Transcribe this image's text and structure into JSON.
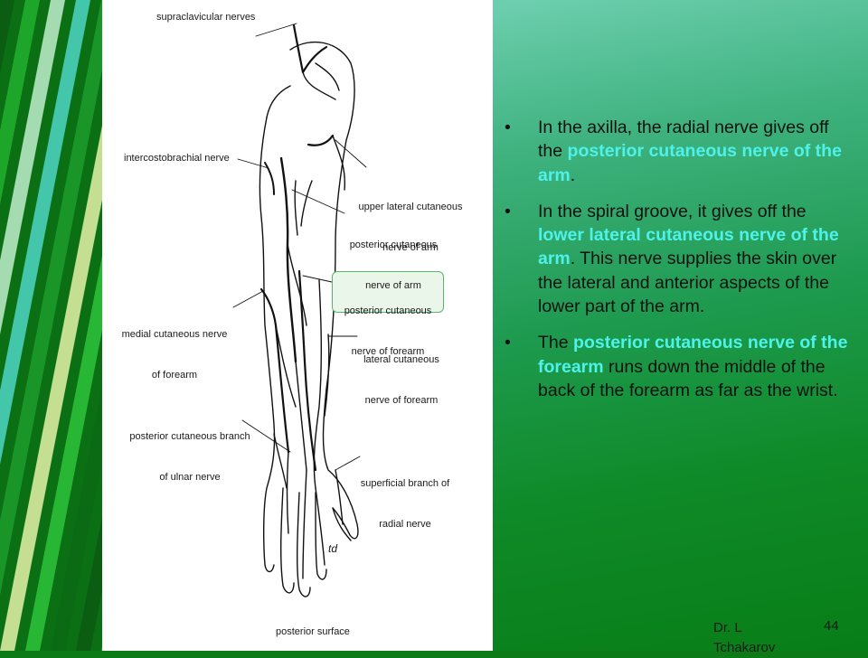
{
  "diagram": {
    "labels": {
      "supraclavicular": "supraclavicular nerves",
      "intercostobrachial": "intercostobrachial nerve",
      "upper_lateral_l1": "upper lateral cutaneous",
      "upper_lateral_l2": "nerve of arm",
      "posterior_arm_l1": "posterior cutaneous",
      "posterior_arm_l2": "nerve of arm",
      "posterior_forearm_l1": "posterior cutaneous",
      "posterior_forearm_l2": "nerve of forearm",
      "medial_forearm_l1": "medial cutaneous nerve",
      "medial_forearm_l2": "of forearm",
      "lateral_forearm_l1": "lateral cutaneous",
      "lateral_forearm_l2": "nerve of forearm",
      "ulnar_branch_l1": "posterior cutaneous branch",
      "ulnar_branch_l2": "of ulnar nerve",
      "radial_branch_l1": "superficial branch of",
      "radial_branch_l2": "radial nerve",
      "view": "posterior surface",
      "initials": "td"
    },
    "colors": {
      "highlight_border": "#57b86a"
    }
  },
  "bullets": [
    {
      "parts": [
        {
          "text": "In the axilla, the radial nerve gives off the ",
          "hl": false
        },
        {
          "text": "posterior cutaneous nerve of the arm",
          "hl": true
        },
        {
          "text": ".",
          "hl": false
        }
      ]
    },
    {
      "parts": [
        {
          "text": "In the spiral groove, it gives off the ",
          "hl": false
        },
        {
          "text": "lower lateral cutaneous nerve of the arm",
          "hl": true
        },
        {
          "text": ". This nerve supplies the skin over the lateral and anterior aspects of the lower part of the arm.",
          "hl": false
        }
      ]
    },
    {
      "parts": [
        {
          "text": "The ",
          "hl": false
        },
        {
          "text": "posterior cutaneous nerve of the forearm",
          "hl": true
        },
        {
          "text": " runs down the middle of the back of the forearm as far as the wrist.",
          "hl": false
        }
      ]
    }
  ],
  "footer": {
    "author": "Dr. L Tchakarov",
    "page": "44"
  },
  "colors": {
    "highlight_text": "#4ef2ea",
    "background": "#0c7a16"
  }
}
